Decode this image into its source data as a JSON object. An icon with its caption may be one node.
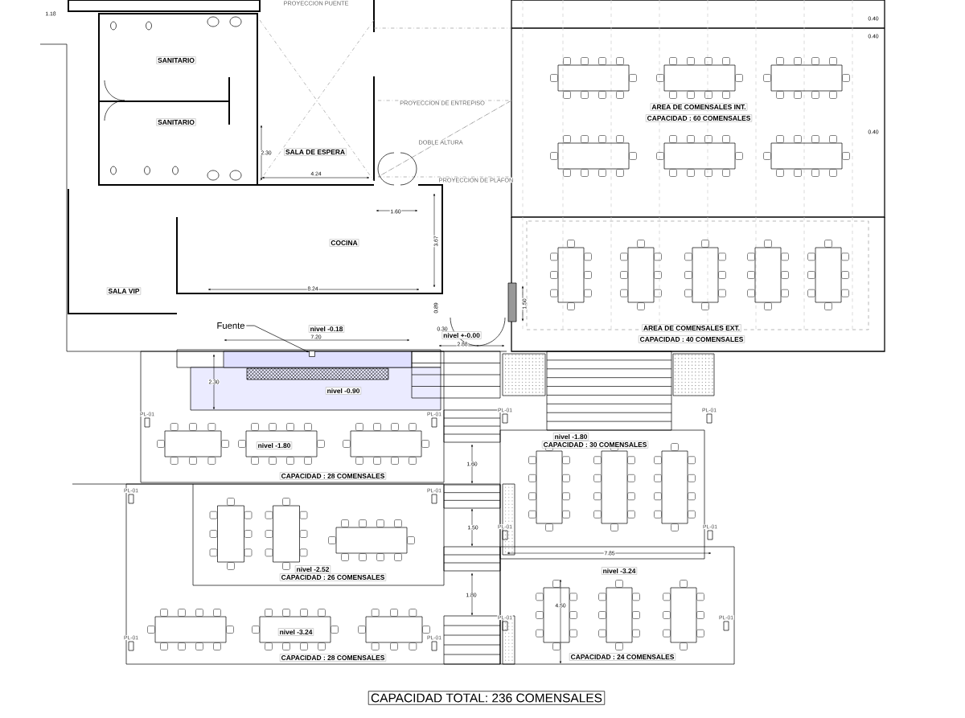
{
  "diagram": {
    "caption": "CAPACIDAD TOTAL: 236 COMENSALES",
    "nodes": [
      {
        "text": [
          "Fuente"
        ]
      },
      {
        "text": [],
        "shape": "box"
      }
    ],
    "edges": [
      {
        "from": 0,
        "to": 1,
        "arrow": "to"
      }
    ],
    "labels": [
      "1.18",
      "PROYECCION PUENTE",
      "SANITARIO",
      "PROYECCION DE ENTREPISO",
      "SANITARIO",
      "DOBLE ALTURA",
      "PROYECCION DE PLAFON",
      "2.30",
      "SALA DE ESPERA",
      "4.24",
      "0.40",
      "0.40",
      "0.40",
      "AREA DE COMENSALES INT.",
      "CAPACIDAD : 60 COMENSALES",
      "1.60",
      "3.67",
      "COCINA",
      "SALA VIP",
      "8.24",
      "0.89",
      "0.30",
      "1.50",
      "AREA DE COMENSALES EXT.",
      "CAPACIDAD : 40 COMENSALES",
      "nivel -0.18",
      "7.20",
      "nivel +-0.00",
      "2.88",
      "2.30",
      "nivel -0.90",
      "PL-01",
      "PL-01",
      "PL-01",
      "PL-01",
      "nivel -1.80",
      "nivel -1.80",
      "CAPACIDAD : 30 COMENSALES",
      "1.60",
      "CAPACIDAD : 28 COMENSALES",
      "PL-01",
      "PL-01",
      "1.50",
      "PL-01",
      "PL-01",
      "7.85",
      "nivel -2.52",
      "nivel -3.24",
      "CAPACIDAD : 26 COMENSALES",
      "1.80",
      "4.50",
      "PL-01",
      "PL-01",
      "PL-01",
      "PL-01",
      "nivel -3.24",
      "CAPACIDAD : 28 COMENSALES",
      "CAPACIDAD : 24 COMENSALES"
    ]
  }
}
